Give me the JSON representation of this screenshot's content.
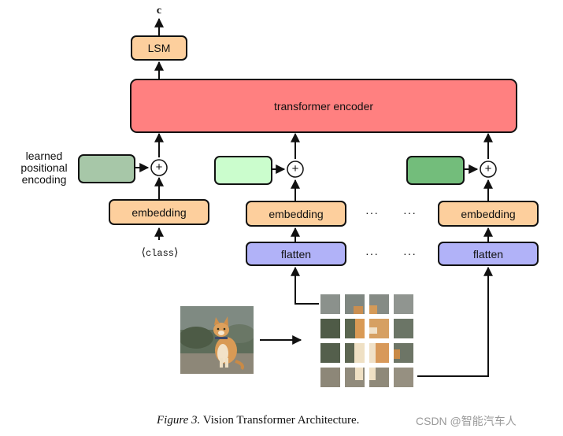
{
  "diagram": {
    "output_label": "c",
    "lsm_label": "LSM",
    "encoder_label": "transformer encoder",
    "positional_label_lines": [
      "learned",
      "positional",
      "encoding"
    ],
    "embedding_label": "embedding",
    "flatten_label": "flatten",
    "class_token_label": "⟨class⟩",
    "class_token_text": "class",
    "ellipsis": "···",
    "plus_symbol": "+"
  },
  "caption": {
    "figure_label": "Figure 3.",
    "text": "Vision Transformer Architecture."
  },
  "watermark": "CSDN @智能汽车人",
  "colors": {
    "encoder": "#ff8080",
    "embedding": "#fdcf9d",
    "flatten": "#b1b2f8",
    "pos_class": "#a7c7a8",
    "pos_first": "#cbfdcd",
    "pos_last": "#73bd7b"
  }
}
